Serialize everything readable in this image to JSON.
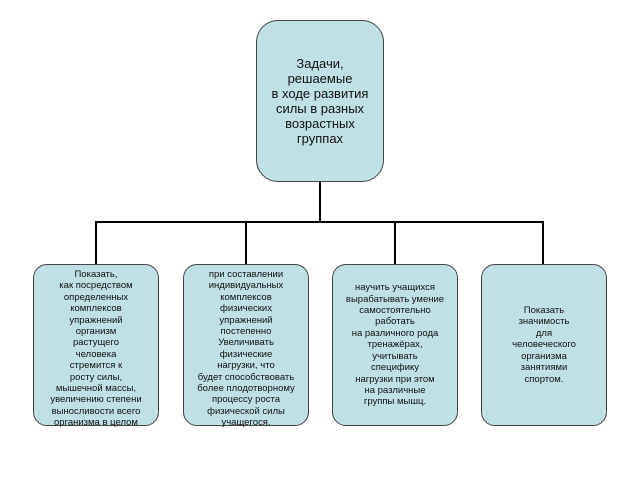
{
  "root": {
    "text": "Задачи, решаемые\nв ходе развития\nсилы в разных\nвозрастных\nгруппах"
  },
  "children": [
    {
      "text": "Показать,\nкак посредством\nопределенных\nкомплексов\nупражнений\nорганизм\nрастущего\nчеловека\nстремится к\nросту силы,\nмышечной массы,\nувеличению степени\nвыносливости всего\nорганизма в целом"
    },
    {
      "text": "при составлении\nиндивидуальных\nкомплексов\nфизических\nупражнений\nпостепенно\nУвеличивать\nфизические\nнагрузки, что\nбудет способствовать\nболее плодотворному\nпроцессу роста\nфизической силы\nучащегося."
    },
    {
      "text": "научить учащихся\nвырабатывать умение\nсамостоятельно\nработать\nна различного рода\nтренажёрах,\nучитывать\nспецифику\nнагрузки при этом\nна различные\nгруппы мышц."
    },
    {
      "text": "Показать\nзначимость\nдля\nчеловеческого\nорганизма\nзанятиями\nспортом."
    }
  ],
  "colors": {
    "box_fill": "#bfe0e5",
    "box_border": "#444444",
    "connector": "#000000"
  }
}
